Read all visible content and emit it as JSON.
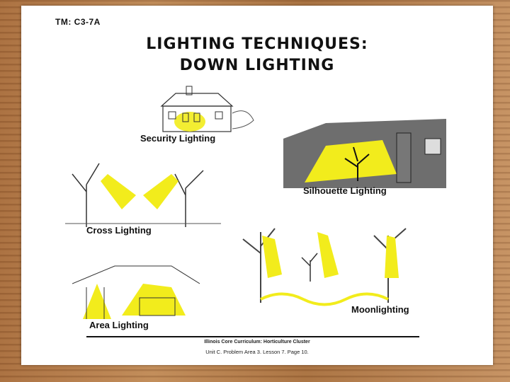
{
  "doc": {
    "tm_code": "TM: C3-7A",
    "title_line1": "LIGHTING TECHNIQUES:",
    "title_line2": "DOWN LIGHTING",
    "captions": {
      "security": "Security Lighting",
      "silhouette": "Silhouette Lighting",
      "cross": "Cross Lighting",
      "moon": "Moonlighting",
      "area": "Area Lighting"
    },
    "footer_line1": "Illinois Core Curriculum: Horticulture Cluster",
    "footer_line2": "Unit C.  Problem Area 3.  Lesson 7.  Page 10."
  },
  "colors": {
    "highlight": "#f2ec1c",
    "ink": "#222222",
    "background_wood": "#b27a4a",
    "paper": "#ffffff"
  }
}
